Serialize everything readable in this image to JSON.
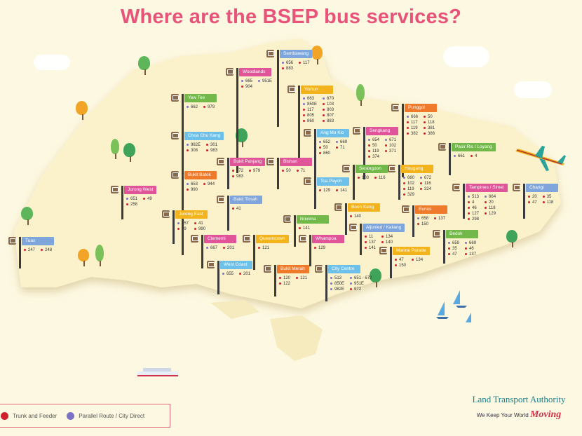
{
  "title": "Where are the BSEP bus services?",
  "colors": {
    "trunk": "#d0202e",
    "parallel": "#7b72c8",
    "title": "#e8537a"
  },
  "legend": [
    {
      "label": "Trunk and Feeder",
      "color": "#d0202e"
    },
    {
      "label": "Parallel Route / City Direct",
      "color": "#7b72c8"
    }
  ],
  "logo": {
    "name": "Land Transport Authority",
    "tagline": "We Keep Your World",
    "tagline_emphasis": "Moving"
  },
  "stations": [
    {
      "name": "Sembawang",
      "color": "#7ea6dc",
      "services": [
        [
          "656",
          "p"
        ],
        [
          "117",
          "t"
        ],
        [
          "883",
          "t"
        ]
      ]
    },
    {
      "name": "Woodlands",
      "color": "#e0559a",
      "services": [
        [
          "665",
          "p"
        ],
        [
          "951E",
          "p"
        ],
        [
          "904",
          "t"
        ]
      ]
    },
    {
      "name": "Yew Tee",
      "color": "#72b84a",
      "services": [
        [
          "662",
          "p"
        ],
        [
          "979",
          "t"
        ]
      ]
    },
    {
      "name": "Yishun",
      "color": "#f2b31c",
      "services": [
        [
          "663",
          "p"
        ],
        [
          "670",
          "p"
        ],
        [
          "850E",
          "p"
        ],
        [
          "103",
          "t"
        ],
        [
          "117",
          "t"
        ],
        [
          "803",
          "t"
        ],
        [
          "805",
          "t"
        ],
        [
          "807",
          "t"
        ],
        [
          "860",
          "t"
        ],
        [
          "883",
          "t"
        ]
      ]
    },
    {
      "name": "Choa Chu Kang",
      "color": "#6cc0ea",
      "services": [
        [
          "982E",
          "p"
        ],
        [
          "301",
          "t"
        ],
        [
          "308",
          "t"
        ],
        [
          "983",
          "t"
        ]
      ]
    },
    {
      "name": "Bukit Panjang",
      "color": "#e0559a",
      "services": [
        [
          "972",
          "t"
        ],
        [
          "979",
          "t"
        ],
        [
          "983",
          "t"
        ]
      ]
    },
    {
      "name": "Bishan",
      "color": "#e0559a",
      "services": [
        [
          "50",
          "t"
        ],
        [
          "71",
          "t"
        ]
      ]
    },
    {
      "name": "Ang Mo Kio",
      "color": "#6cc0ea",
      "services": [
        [
          "652",
          "p"
        ],
        [
          "669",
          "p"
        ],
        [
          "50",
          "t"
        ],
        [
          "71",
          "t"
        ],
        [
          "860",
          "t"
        ]
      ]
    },
    {
      "name": "Sengkang",
      "color": "#e0559a",
      "services": [
        [
          "654",
          "p"
        ],
        [
          "671",
          "p"
        ],
        [
          "50",
          "t"
        ],
        [
          "102",
          "t"
        ],
        [
          "119",
          "t"
        ],
        [
          "371",
          "t"
        ],
        [
          "374",
          "t"
        ]
      ]
    },
    {
      "name": "Punggol",
      "color": "#f07a2c",
      "services": [
        [
          "666",
          "p"
        ],
        [
          "50",
          "t"
        ],
        [
          "117",
          "t"
        ],
        [
          "118",
          "t"
        ],
        [
          "119",
          "t"
        ],
        [
          "381",
          "t"
        ],
        [
          "382",
          "t"
        ],
        [
          "386",
          "t"
        ]
      ]
    },
    {
      "name": "Pasir Ris / Loyang",
      "color": "#72b84a",
      "services": [
        [
          "661",
          "p"
        ],
        [
          "4",
          "t"
        ]
      ]
    },
    {
      "name": "Bukit Batok",
      "color": "#f07a2c",
      "services": [
        [
          "653",
          "p"
        ],
        [
          "944",
          "t"
        ],
        [
          "990",
          "t"
        ]
      ]
    },
    {
      "name": "Jurong West",
      "color": "#e0559a",
      "services": [
        [
          "651",
          "p"
        ],
        [
          "49",
          "t"
        ],
        [
          "258",
          "t"
        ]
      ]
    },
    {
      "name": "Toa Payoh",
      "color": "#6cc0ea",
      "services": [
        [
          "129",
          "t"
        ],
        [
          "141",
          "t"
        ]
      ]
    },
    {
      "name": "Serangoon",
      "color": "#72b84a",
      "services": [
        [
          "103",
          "t"
        ],
        [
          "116",
          "t"
        ]
      ]
    },
    {
      "name": "Hougang",
      "color": "#f2b31c",
      "services": [
        [
          "660",
          "p"
        ],
        [
          "672",
          "p"
        ],
        [
          "102",
          "t"
        ],
        [
          "116",
          "t"
        ],
        [
          "119",
          "t"
        ],
        [
          "324",
          "t"
        ],
        [
          "329",
          "t"
        ]
      ]
    },
    {
      "name": "Tampines / Simei",
      "color": "#e0559a",
      "services": [
        [
          "513",
          "p"
        ],
        [
          "664",
          "p"
        ],
        [
          "4",
          "t"
        ],
        [
          "20",
          "t"
        ],
        [
          "46",
          "t"
        ],
        [
          "118",
          "t"
        ],
        [
          "127",
          "t"
        ],
        [
          "129",
          "t"
        ],
        [
          "298",
          "t"
        ]
      ]
    },
    {
      "name": "Changi",
      "color": "#7ea6dc",
      "services": [
        [
          "20",
          "t"
        ],
        [
          "35",
          "t"
        ],
        [
          "47",
          "t"
        ],
        [
          "118",
          "t"
        ]
      ]
    },
    {
      "name": "Bukit Timah",
      "color": "#7ea6dc",
      "services": [
        [
          "41",
          "t"
        ]
      ]
    },
    {
      "name": "Jurong East",
      "color": "#f2b31c",
      "services": [
        [
          "657",
          "p"
        ],
        [
          "41",
          "t"
        ],
        [
          "49",
          "t"
        ],
        [
          "990",
          "t"
        ]
      ]
    },
    {
      "name": "Boon Keng",
      "color": "#f2b31c",
      "services": [
        [
          "140",
          "t"
        ]
      ]
    },
    {
      "name": "Eunos",
      "color": "#f07a2c",
      "services": [
        [
          "658",
          "p"
        ],
        [
          "137",
          "t"
        ],
        [
          "150",
          "t"
        ]
      ]
    },
    {
      "name": "Novena",
      "color": "#72b84a",
      "services": [
        [
          "141",
          "t"
        ]
      ]
    },
    {
      "name": "Tuas",
      "color": "#7ea6dc",
      "services": [
        [
          "247",
          "t"
        ],
        [
          "248",
          "t"
        ]
      ]
    },
    {
      "name": "Clementi",
      "color": "#e0559a",
      "services": [
        [
          "667",
          "p"
        ],
        [
          "201",
          "t"
        ]
      ]
    },
    {
      "name": "Queenstown",
      "color": "#f2b31c",
      "services": [
        [
          "121",
          "t"
        ]
      ]
    },
    {
      "name": "Whampoa",
      "color": "#e0559a",
      "services": [
        [
          "129",
          "t"
        ]
      ]
    },
    {
      "name": "Aljunied / Kallang",
      "color": "#7ea6dc",
      "services": [
        [
          "11",
          "t"
        ],
        [
          "134",
          "t"
        ],
        [
          "137",
          "t"
        ],
        [
          "140",
          "t"
        ],
        [
          "141",
          "t"
        ]
      ]
    },
    {
      "name": "Bedok",
      "color": "#72b84a",
      "services": [
        [
          "659",
          "p"
        ],
        [
          "669",
          "p"
        ],
        [
          "35",
          "t"
        ],
        [
          "46",
          "t"
        ],
        [
          "47",
          "t"
        ],
        [
          "137",
          "t"
        ]
      ]
    },
    {
      "name": "Marine Parade",
      "color": "#f2b31c",
      "services": [
        [
          "47",
          "t"
        ],
        [
          "134",
          "t"
        ],
        [
          "150",
          "t"
        ]
      ]
    },
    {
      "name": "West Coast",
      "color": "#6cc0ea",
      "services": [
        [
          "655",
          "p"
        ],
        [
          "201",
          "t"
        ]
      ]
    },
    {
      "name": "Bukit Merah",
      "color": "#f07a2c",
      "services": [
        [
          "120",
          "t"
        ],
        [
          "121",
          "t"
        ],
        [
          "122",
          "t"
        ]
      ]
    },
    {
      "name": "City Centre",
      "color": "#6cc0ea",
      "services": [
        [
          "513",
          "p"
        ],
        [
          "651 - 672",
          "p"
        ],
        [
          "850E",
          "p"
        ],
        [
          "951E",
          "p"
        ],
        [
          "982E",
          "p"
        ],
        [
          "972",
          "t"
        ]
      ]
    }
  ]
}
